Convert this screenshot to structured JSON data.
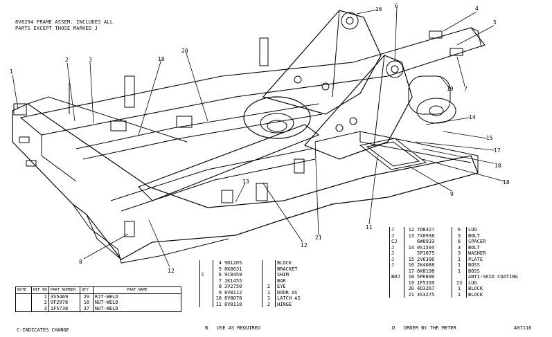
{
  "header_note": "8V8294 FRAME ASSEM. INCLUDES ALL\nPARTS EXCEPT THOSE MARKED J",
  "callouts": [
    "1",
    "2",
    "3",
    "4",
    "5",
    "6",
    "7",
    "8",
    "9",
    "10",
    "11",
    "12",
    "13",
    "14",
    "15",
    "16",
    "17",
    "18",
    "19",
    "20",
    "21"
  ],
  "center_table": {
    "rows": [
      {
        "note": "",
        "ref": "4",
        "part": "9D1205",
        "qty": "",
        "name": "BLOCK"
      },
      {
        "note": "",
        "ref": "5",
        "part": "8K8031",
        "qty": "",
        "name": "BRACKET"
      },
      {
        "note": "C",
        "ref": "6",
        "part": "9C0459",
        "qty": "",
        "name": "SHIM"
      },
      {
        "note": "",
        "ref": "7",
        "part": "1K1455",
        "qty": "",
        "name": "BAR"
      },
      {
        "note": "",
        "ref": "8",
        "part": "3V2750",
        "qty": "2",
        "name": "EYE"
      },
      {
        "note": "",
        "ref": "9",
        "part": "8V8112",
        "qty": "1",
        "name": "DOOR AS"
      },
      {
        "note": "",
        "ref": "10",
        "part": "8V8078",
        "qty": "1",
        "name": "LATCH AS"
      },
      {
        "note": "",
        "ref": "11",
        "part": "8V8110",
        "qty": "2",
        "name": "HINGE"
      }
    ],
    "footnote": "B   USE AS REQUIRED"
  },
  "right_table": {
    "rows": [
      {
        "note": "J",
        "ref": "12",
        "part": "7D8327",
        "qty": "6",
        "name": "LUG"
      },
      {
        "note": "J",
        "ref": "13",
        "part": "7X0938",
        "qty": "3",
        "name": "BOLT"
      },
      {
        "note": "CJ",
        "ref": "",
        "part": "6W8933",
        "qty": "6",
        "name": "SPACER"
      },
      {
        "note": "J",
        "ref": "14",
        "part": "0S1594",
        "qty": "3",
        "name": "BOLT"
      },
      {
        "note": "J",
        "ref": "",
        "part": "5P1075",
        "qty": "3",
        "name": "WASHER"
      },
      {
        "note": "J",
        "ref": "15",
        "part": "2V6396",
        "qty": "1",
        "name": "PLATE"
      },
      {
        "note": "J",
        "ref": "16",
        "part": "2K4088",
        "qty": "1",
        "name": "BOSS"
      },
      {
        "note": "",
        "ref": "17",
        "part": "6K8198",
        "qty": "1",
        "name": "BOSS"
      },
      {
        "note": "BDJ",
        "ref": "18",
        "part": "5P6890",
        "qty": "",
        "name": "ANTI-SKID COATING"
      },
      {
        "note": "",
        "ref": "19",
        "part": "1F5339",
        "qty": "13",
        "name": "LUG"
      },
      {
        "note": "",
        "ref": "20",
        "part": "4D3267",
        "qty": "1",
        "name": "BLOCK"
      },
      {
        "note": "",
        "ref": "21",
        "part": "3S3275",
        "qty": "1",
        "name": "BLOCK"
      }
    ],
    "footnote": "D   ORDER BY THE METER",
    "figure_number": "407116"
  },
  "left_table": {
    "headers": [
      "NOTE",
      "REF NO",
      "PART NUMBER",
      "QTY",
      "PART NAME"
    ],
    "rows": [
      {
        "note": "",
        "ref": "1",
        "part": "3S5469",
        "qty": "20",
        "name": "RJT-WELD"
      },
      {
        "note": "",
        "ref": "2",
        "part": "9F2978",
        "qty": "18",
        "name": "NUT-WELD"
      },
      {
        "note": "",
        "ref": "3",
        "part": "1F5738",
        "qty": "37",
        "name": "NUT-WELD"
      }
    ],
    "footnote": "C-INDICATES CHANGE"
  }
}
